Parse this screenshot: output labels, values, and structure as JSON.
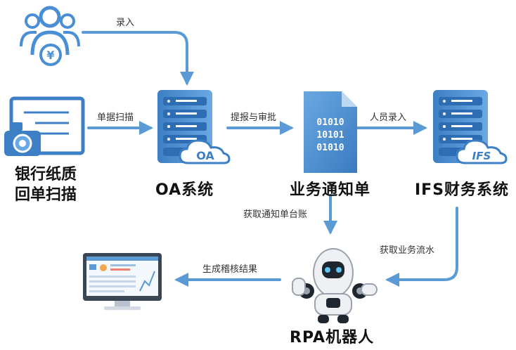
{
  "nodes": {
    "scan": {
      "line1": "银行纸质",
      "line2": "回单扫描"
    },
    "oa": {
      "label": "OA系统",
      "badge": "OA"
    },
    "notice": {
      "label": "业务通知单",
      "binary": [
        "01010",
        "10101",
        "01010"
      ]
    },
    "ifs": {
      "label": "IFS财务系统",
      "badge": "IFS"
    },
    "robot": {
      "label": "RPA机器人"
    },
    "user": {
      "currency": "¥"
    }
  },
  "edges": {
    "input": "录入",
    "scan_doc": "单据扫描",
    "submit_approve": "提报与审批",
    "staff_input": "人员录入",
    "get_ledger": "获取通知单台账",
    "get_flow": "获取业务流水",
    "gen_result": "生成稽核结果"
  },
  "colors": {
    "accent": "#4a90d9",
    "arrow": "#5b9bd5",
    "dark": "#3a7bc0"
  }
}
